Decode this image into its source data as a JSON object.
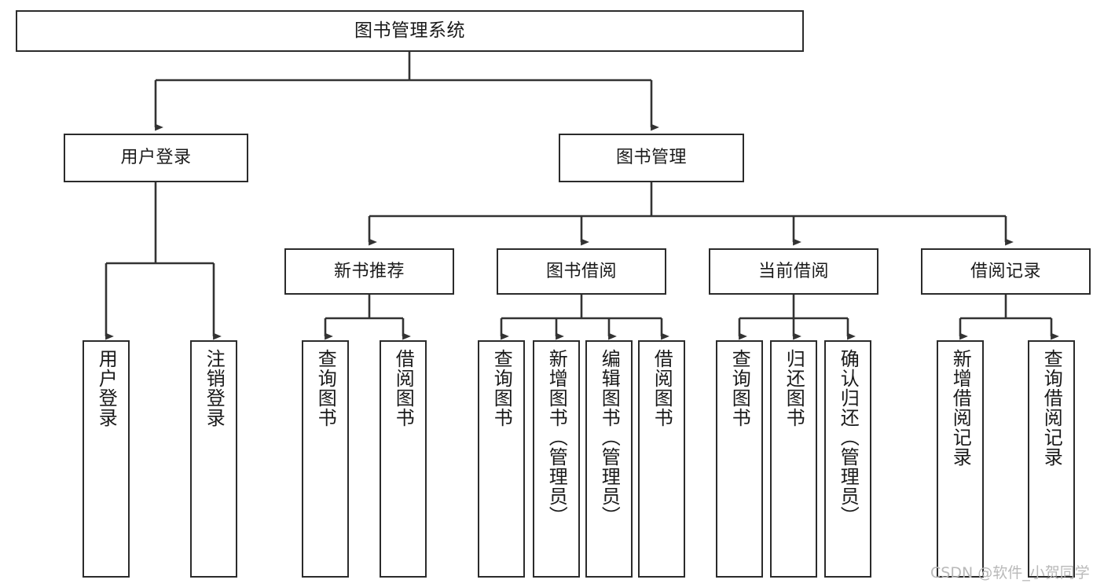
{
  "diagram": {
    "title": "图书管理系统",
    "type": "tree-hierarchy-chart",
    "root": {
      "id": "root",
      "label": "图书管理系统"
    },
    "level1": [
      {
        "id": "user-login",
        "label": "用户登录"
      },
      {
        "id": "book-manage",
        "label": "图书管理"
      }
    ],
    "level2": [
      {
        "id": "new-book-rec",
        "label": "新书推荐",
        "parent": "book-manage"
      },
      {
        "id": "book-borrow",
        "label": "图书借阅",
        "parent": "book-manage"
      },
      {
        "id": "current-borrow",
        "label": "当前借阅",
        "parent": "book-manage"
      },
      {
        "id": "borrow-record",
        "label": "借阅记录",
        "parent": "book-manage"
      }
    ],
    "leaves": {
      "user-login": [
        {
          "id": "leaf-user-login",
          "label": "用户登录"
        },
        {
          "id": "leaf-logout",
          "label": "注销登录"
        }
      ],
      "new-book-rec": [
        {
          "id": "leaf-query-book-1",
          "label": "查询图书"
        },
        {
          "id": "leaf-borrow-book-1",
          "label": "借阅图书"
        }
      ],
      "book-borrow": [
        {
          "id": "leaf-query-book-2",
          "label": "查询图书"
        },
        {
          "id": "leaf-add-book",
          "label": "新增图书（管理员）"
        },
        {
          "id": "leaf-edit-book",
          "label": "编辑图书（管理员）"
        },
        {
          "id": "leaf-borrow-book-2",
          "label": "借阅图书"
        }
      ],
      "current-borrow": [
        {
          "id": "leaf-query-book-3",
          "label": "查询图书"
        },
        {
          "id": "leaf-return-book",
          "label": "归还图书"
        },
        {
          "id": "leaf-confirm-return",
          "label": "确认归还（管理员）"
        }
      ],
      "borrow-record": [
        {
          "id": "leaf-add-record",
          "label": "新增借阅记录"
        },
        {
          "id": "leaf-query-record",
          "label": "查询借阅记录"
        }
      ]
    },
    "colors": {
      "node_border": "#2b2b2b",
      "node_fill": "#ffffff",
      "edge": "#333333",
      "text": "#1a1a1a",
      "watermark": "#b9b9b9",
      "background": "#ffffff"
    }
  },
  "watermark": {
    "text": "CSDN @软件_小贺同学"
  }
}
